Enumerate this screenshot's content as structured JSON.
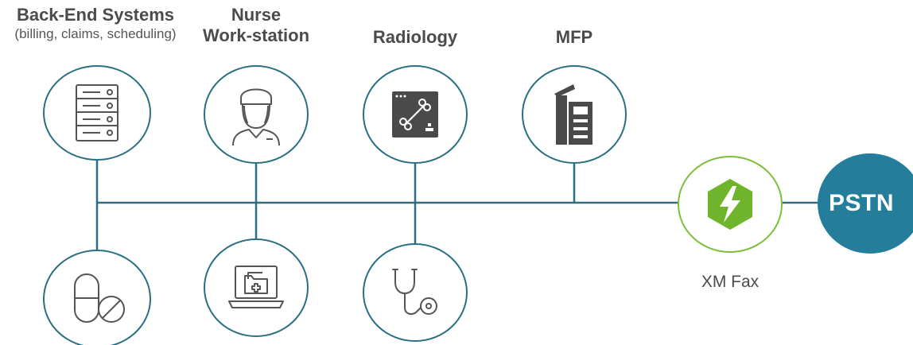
{
  "labels": {
    "back_end": {
      "title": "Back-End Systems",
      "subtitle": "(billing, claims, scheduling)"
    },
    "nurse": {
      "line1": "Nurse",
      "line2": "Work-station"
    },
    "radiology": "Radiology",
    "mfp": "MFP",
    "xm_fax": "XM Fax",
    "pstn": "PSTN"
  },
  "icons": {
    "back_end": "server-rack-icon",
    "nurse": "nurse-icon",
    "radiology": "xray-bone-icon",
    "mfp": "multifunction-printer-icon",
    "pharmacy": "pills-icon",
    "records": "laptop-medical-folder-icon",
    "clinician": "stethoscope-icon",
    "xm_fax": "lightning-hexagon-icon"
  },
  "colors": {
    "line": "#2a6f82",
    "xm_accent": "#7cbf3a",
    "pstn_fill": "#247d9a"
  }
}
